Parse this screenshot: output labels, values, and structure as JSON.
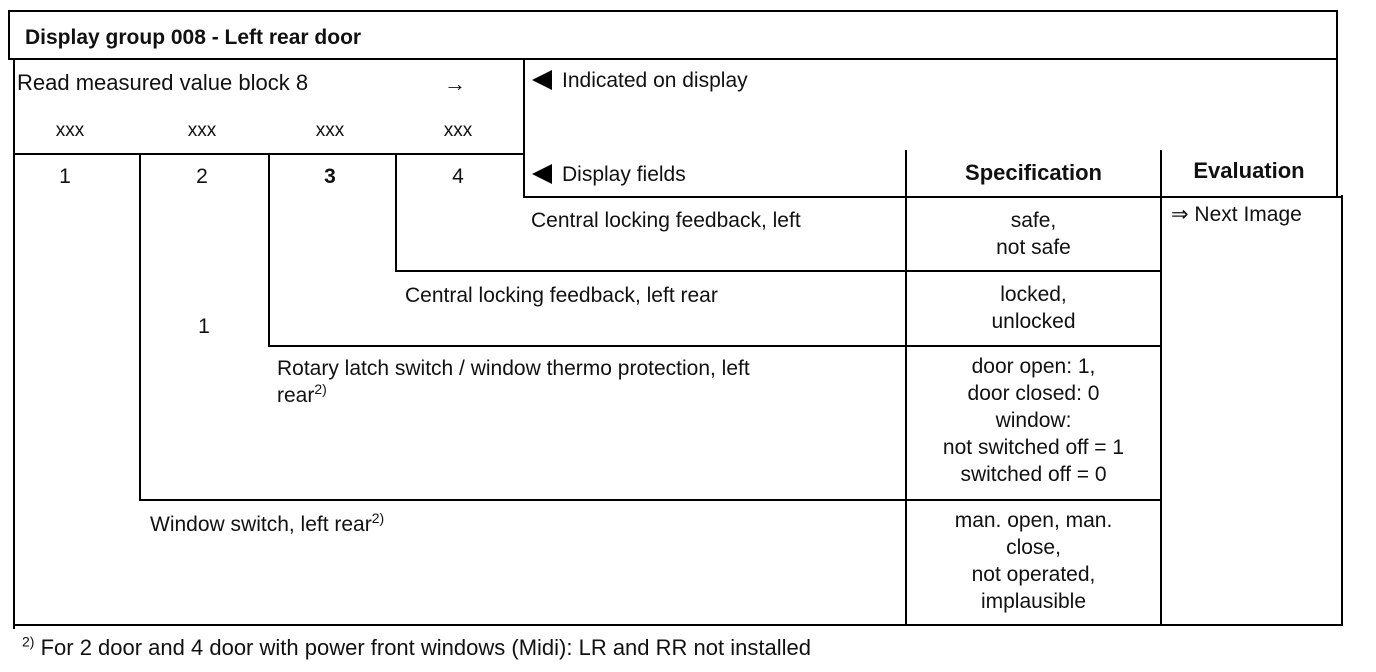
{
  "title": "Display group 008 - Left rear door",
  "read_block": {
    "label": "Read measured value block 8",
    "arrow": "→"
  },
  "xxx": [
    "xxx",
    "xxx",
    "xxx",
    "xxx"
  ],
  "field_numbers": [
    "1",
    "2",
    "3",
    "4"
  ],
  "indicated_on_display": "Indicated on display",
  "display_fields": "Display fields",
  "specification_header": "Specification",
  "evaluation_header": "Evaluation",
  "next_image": "⇒ Next Image",
  "field2_value": "1",
  "rows": [
    {
      "description": "Central locking feedback, left",
      "spec": [
        "safe,",
        "not safe"
      ]
    },
    {
      "description": "Central locking feedback, left rear",
      "spec": [
        "locked,",
        "unlocked"
      ]
    },
    {
      "description": "Rotary latch switch / window thermo protection, left",
      "description2": "rear",
      "footnote_ref": "2)",
      "spec": [
        "door open:  1,",
        "door closed:  0",
        "window:",
        "not switched off = 1",
        "switched off = 0"
      ]
    },
    {
      "description": "Window switch, left rear",
      "footnote_ref": "2)",
      "spec": [
        "man. open, man.",
        "close,",
        "not operated,",
        "implausible"
      ]
    }
  ],
  "footnote": {
    "mark": "2)",
    "text": "For 2 door and 4 door with power front windows (Midi):  LR and RR not installed"
  }
}
